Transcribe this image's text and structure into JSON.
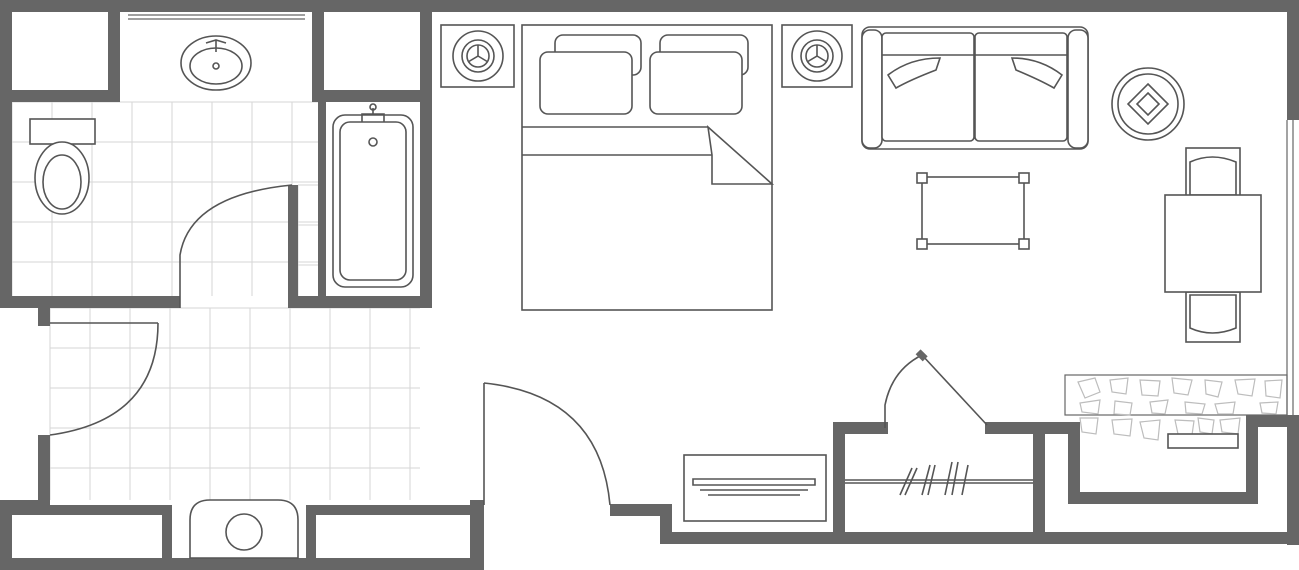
{
  "plan": {
    "rooms": [
      "bathroom",
      "entry",
      "bedroom",
      "living-area",
      "closet",
      "kitchenette"
    ],
    "fixtures": [
      "sink",
      "toilet",
      "bathtub",
      "shower-drain",
      "bed",
      "pillows",
      "nightstand-lamps",
      "sofa",
      "coffee-table",
      "side-table-lamp",
      "dining-table",
      "chairs",
      "dresser",
      "closet-rod",
      "counter-stone",
      "window"
    ],
    "colors": {
      "wall": "#666666",
      "line": "#555555",
      "tile": "#d6d6d6",
      "background": "#ffffff"
    }
  }
}
